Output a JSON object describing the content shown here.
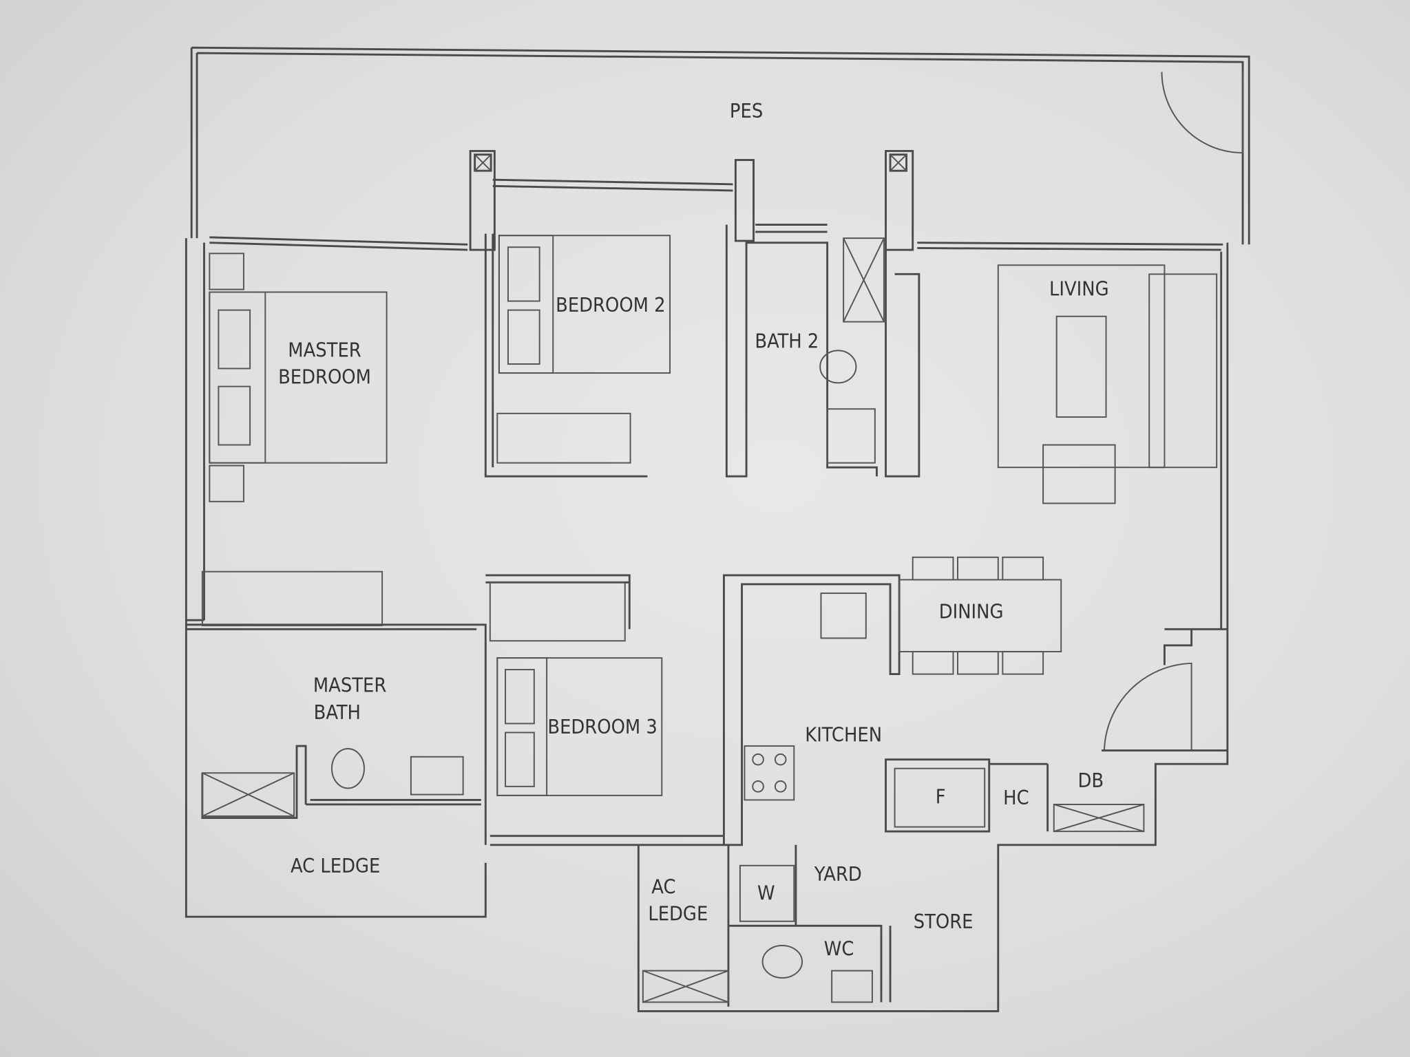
{
  "plan": {
    "rooms": {
      "pes": "PES",
      "master_bedroom_1": "MASTER",
      "master_bedroom_2": "BEDROOM",
      "bedroom2": "BEDROOM 2",
      "bath2": "BATH 2",
      "living": "LIVING",
      "dining": "DINING",
      "master_bath_1": "MASTER",
      "master_bath_2": "BATH",
      "bedroom3": "BEDROOM 3",
      "kitchen": "KITCHEN",
      "fridge": "F",
      "hc": "HC",
      "db": "DB",
      "ac_ledge_left": "AC LEDGE",
      "ac_ledge_small_1": "AC",
      "ac_ledge_small_2": "LEDGE",
      "yard": "YARD",
      "washer": "W",
      "wc": "WC",
      "store": "STORE"
    },
    "colors": {
      "line": "#4a4a4a",
      "paper": "#e4e4e2"
    }
  }
}
